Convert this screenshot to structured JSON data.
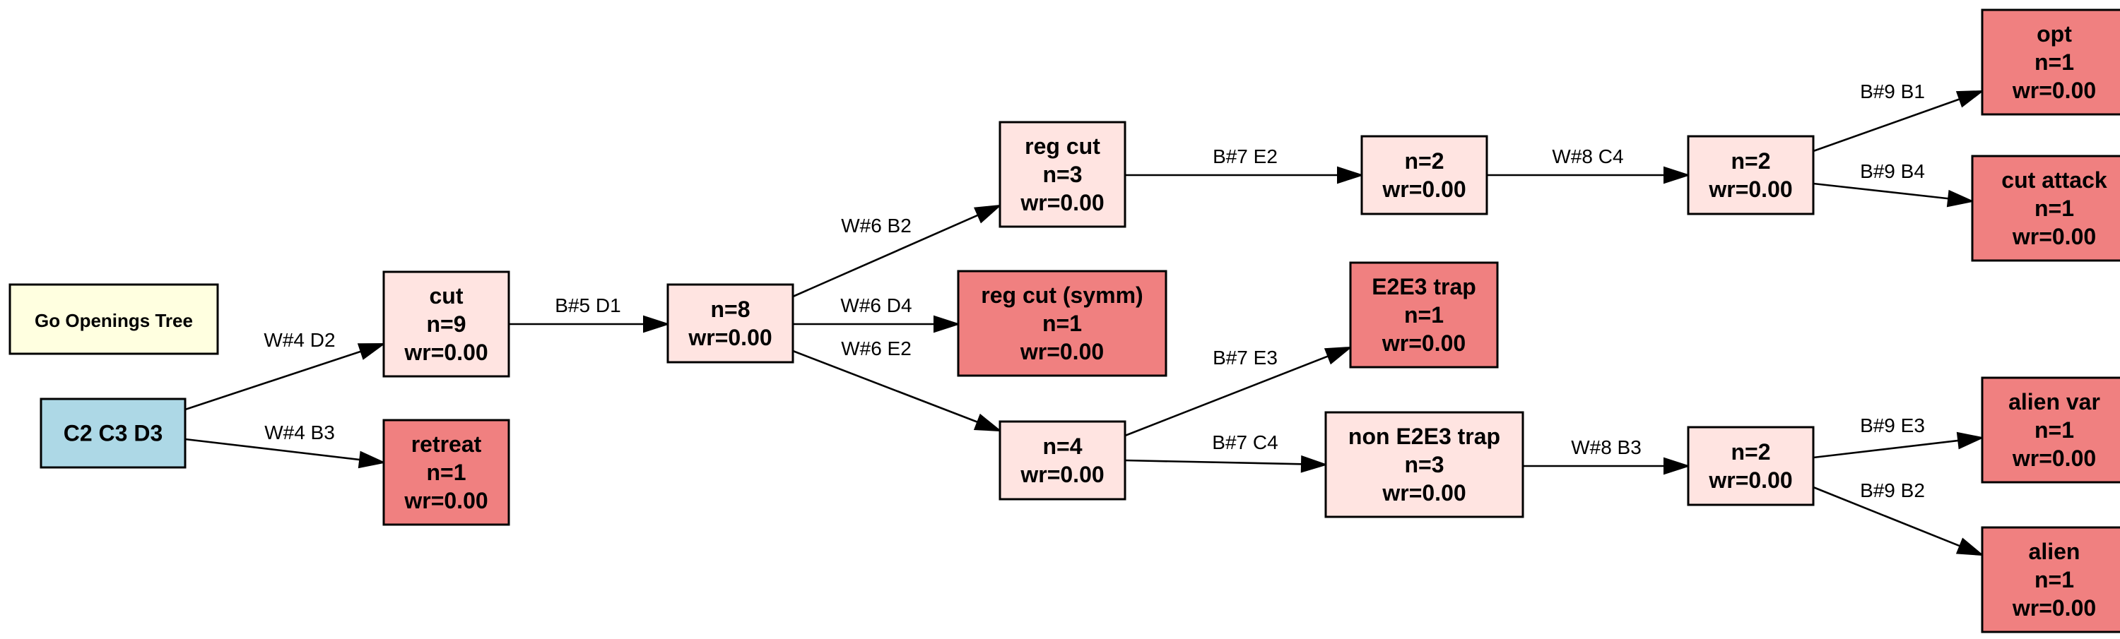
{
  "title": "Go Openings Tree",
  "colors": {
    "title_bg": "#ffffe0",
    "root_bg": "#add8e6",
    "inner_bg": "#ffe4e1",
    "leaf_bg": "#f08080",
    "stroke": "#000000"
  },
  "nodes": [
    {
      "id": "title",
      "kind": "title",
      "lines": [
        "Go Openings Tree"
      ]
    },
    {
      "id": "root",
      "kind": "root",
      "lines": [
        "C2 C3 D3"
      ]
    },
    {
      "id": "cut",
      "kind": "inner",
      "lines": [
        "cut",
        "n=9",
        "wr=0.00"
      ]
    },
    {
      "id": "retreat",
      "kind": "leaf",
      "lines": [
        "retreat",
        "n=1",
        "wr=0.00"
      ]
    },
    {
      "id": "n8",
      "kind": "inner",
      "lines": [
        "n=8",
        "wr=0.00"
      ]
    },
    {
      "id": "regcut",
      "kind": "inner",
      "lines": [
        "reg cut",
        "n=3",
        "wr=0.00"
      ]
    },
    {
      "id": "regcutsymm",
      "kind": "leaf",
      "lines": [
        "reg cut (symm)",
        "n=1",
        "wr=0.00"
      ]
    },
    {
      "id": "n4",
      "kind": "inner",
      "lines": [
        "n=4",
        "wr=0.00"
      ]
    },
    {
      "id": "n2a",
      "kind": "inner",
      "lines": [
        "n=2",
        "wr=0.00"
      ]
    },
    {
      "id": "e2e3trap",
      "kind": "leaf",
      "lines": [
        "E2E3 trap",
        "n=1",
        "wr=0.00"
      ]
    },
    {
      "id": "nonE2E3",
      "kind": "inner",
      "lines": [
        "non E2E3 trap",
        "n=3",
        "wr=0.00"
      ]
    },
    {
      "id": "n2b",
      "kind": "inner",
      "lines": [
        "n=2",
        "wr=0.00"
      ]
    },
    {
      "id": "n2c",
      "kind": "inner",
      "lines": [
        "n=2",
        "wr=0.00"
      ]
    },
    {
      "id": "opt",
      "kind": "leaf",
      "lines": [
        "opt",
        "n=1",
        "wr=0.00"
      ]
    },
    {
      "id": "cutattack",
      "kind": "leaf",
      "lines": [
        "cut attack",
        "n=1",
        "wr=0.00"
      ]
    },
    {
      "id": "alienvar",
      "kind": "leaf",
      "lines": [
        "alien var",
        "n=1",
        "wr=0.00"
      ]
    },
    {
      "id": "alien",
      "kind": "leaf",
      "lines": [
        "alien",
        "n=1",
        "wr=0.00"
      ]
    }
  ],
  "edges": [
    {
      "from": "root",
      "to": "cut",
      "label": "W#4 D2"
    },
    {
      "from": "root",
      "to": "retreat",
      "label": "W#4 B3"
    },
    {
      "from": "cut",
      "to": "n8",
      "label": "B#5 D1"
    },
    {
      "from": "n8",
      "to": "regcut",
      "label": "W#6 B2"
    },
    {
      "from": "n8",
      "to": "regcutsymm",
      "label": "W#6 D4"
    },
    {
      "from": "n8",
      "to": "n4",
      "label": "W#6 E2"
    },
    {
      "from": "regcut",
      "to": "n2a",
      "label": "B#7 E2"
    },
    {
      "from": "n4",
      "to": "e2e3trap",
      "label": "B#7 E3"
    },
    {
      "from": "n4",
      "to": "nonE2E3",
      "label": "B#7 C4"
    },
    {
      "from": "n2a",
      "to": "n2b",
      "label": "W#8 C4"
    },
    {
      "from": "nonE2E3",
      "to": "n2c",
      "label": "W#8 B3"
    },
    {
      "from": "n2b",
      "to": "opt",
      "label": "B#9 B1"
    },
    {
      "from": "n2b",
      "to": "cutattack",
      "label": "B#9 B4"
    },
    {
      "from": "n2c",
      "to": "alienvar",
      "label": "B#9 E3"
    },
    {
      "from": "n2c",
      "to": "alien",
      "label": "B#9 B2"
    }
  ]
}
